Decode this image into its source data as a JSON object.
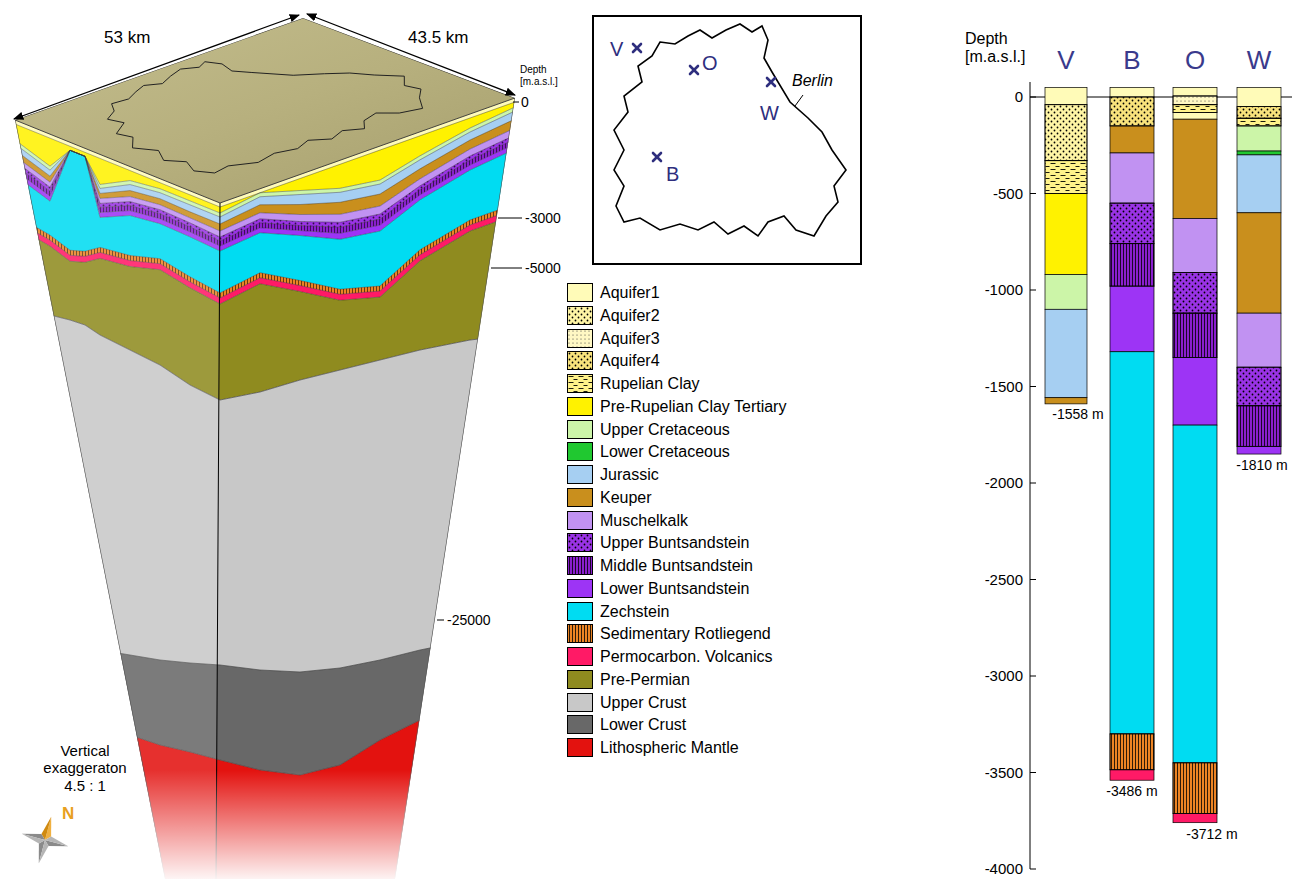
{
  "diagram": {
    "nodes": [
      {
        "text": [
          "V",
          "O",
          "W",
          "B",
          "Berlin"
        ]
      }
    ],
    "labels": [
      "53 km",
      "43.5 km",
      "Depth [m.a.s.l.]",
      "0",
      "-3000",
      "-5000",
      "-25000",
      "Vertical exaggeraton 4.5 : 1",
      "N",
      "Depth [m.a.s.l.]",
      "V",
      "B",
      "O",
      "W",
      "0",
      "-500",
      "-1000",
      "-1500",
      "-2000",
      "-2500",
      "-3000",
      "-3500",
      "-4000",
      "-1558 m",
      "-3486 m",
      "-3712 m",
      "-1810 m"
    ],
    "legend": [
      {
        "text": "Aquifer1",
        "color": "#fffbb8"
      },
      {
        "text": "Aquifer2",
        "color": "#fff5a5"
      },
      {
        "text": "Aquifer3",
        "color": "#fff8c4"
      },
      {
        "text": "Aquifer4",
        "color": "#f9e37c"
      },
      {
        "text": "Rupelian Clay",
        "color": "#fff28a"
      },
      {
        "text": "Pre-Rupelian Clay Tertiary",
        "color": "#fff200"
      },
      {
        "text": "Upper Cretaceous",
        "color": "#ccf5a8"
      },
      {
        "text": "Lower Cretaceous",
        "color": "#20c830"
      },
      {
        "text": "Jurassic",
        "color": "#a6cff2"
      },
      {
        "text": "Keuper",
        "color": "#c98f1d"
      },
      {
        "text": "Muschelkalk",
        "color": "#c192f2"
      },
      {
        "text": "Upper Buntsandstein",
        "color": "#9a33e6"
      },
      {
        "text": "Middle Buntsandstein",
        "color": "#8a1fcf"
      },
      {
        "text": "Lower Buntsandstein",
        "color": "#9d34f5"
      },
      {
        "text": "Zechstein",
        "color": "#00dcf2"
      },
      {
        "text": "Sedimentary Rotliegend",
        "color": "#ed8424"
      },
      {
        "text": "Permocarbon. Volcanics",
        "color": "#ff1a66"
      },
      {
        "text": "Pre-Permian",
        "color": "#8f8b1f"
      },
      {
        "text": "Upper Crust",
        "color": "#c8c8c8"
      },
      {
        "text": "Lower Crust",
        "color": "#686868"
      },
      {
        "text": "Lithospheric Mantle",
        "color": "#e3120f"
      }
    ]
  }
}
